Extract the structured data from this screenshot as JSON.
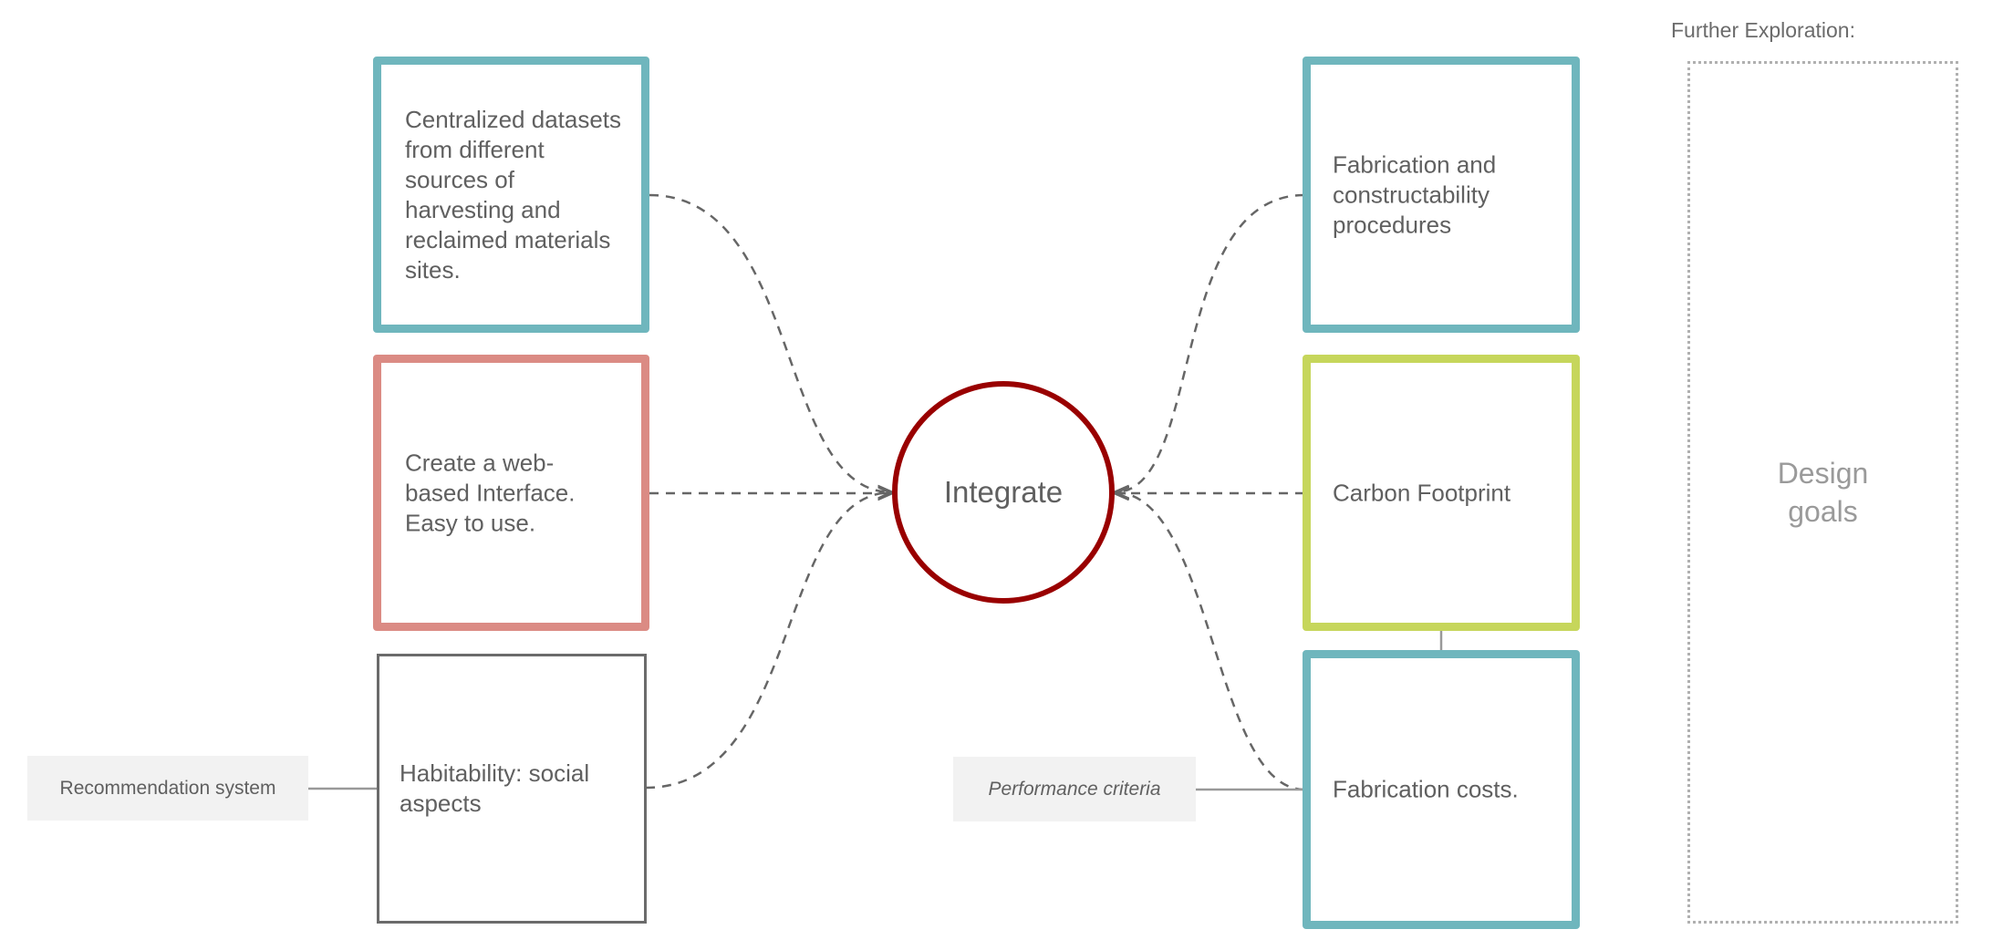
{
  "colors": {
    "teal": "#6fb6bd",
    "red": "#db8b84",
    "green": "#c6d65b",
    "circle": "#990000",
    "connector": "#666666"
  },
  "center": {
    "label": "Integrate"
  },
  "left_nodes": [
    {
      "text": "Centralized datasets from different sources of harvesting and reclaimed materials sites.",
      "style": "teal"
    },
    {
      "text": "Create a web-based Interface. Easy to use.",
      "style": "red"
    },
    {
      "text": "Habitability: social aspects",
      "style": "plain"
    }
  ],
  "right_nodes": [
    {
      "text": "Fabrication and constructability procedures",
      "style": "teal"
    },
    {
      "text": "Carbon Footprint",
      "style": "green"
    },
    {
      "text": "Fabrication costs.",
      "style": "teal"
    }
  ],
  "tags": {
    "recommendation": "Recommendation system",
    "performance": "Performance criteria"
  },
  "further_exploration": {
    "label": "Further Exploration:",
    "box_text": "Design\ngoals"
  }
}
